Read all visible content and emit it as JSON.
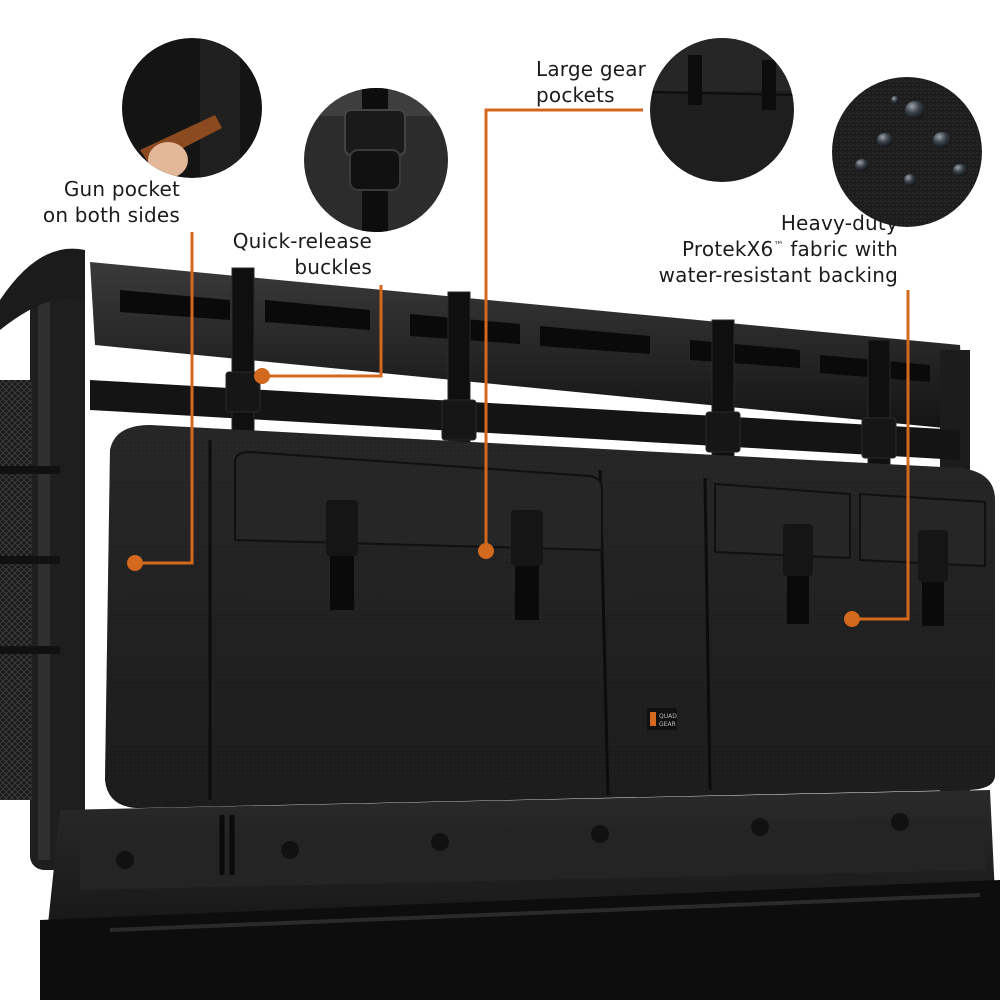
{
  "accent_color": "#d2691e",
  "callouts": {
    "gun_pocket": {
      "line1": "Gun pocket",
      "line2": "on both sides"
    },
    "buckles": {
      "line1": "Quick-release",
      "line2": "buckles"
    },
    "gear_pockets": {
      "line1": "Large gear",
      "line2": "pockets"
    },
    "fabric": {
      "line1": "Heavy-duty",
      "line2_a": "ProtekX6",
      "line2_tm": "™",
      "line2_b": " fabric with",
      "line3": "water-resistant backing"
    }
  },
  "logo": {
    "line1": "QUAD",
    "line2": "GEAR"
  }
}
